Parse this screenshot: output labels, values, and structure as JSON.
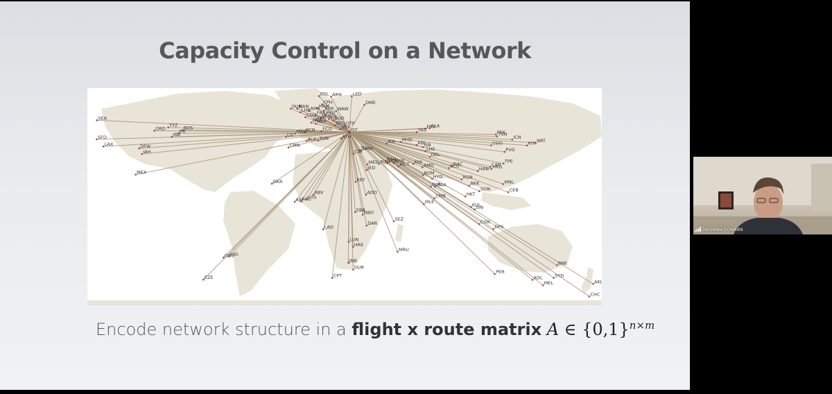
{
  "slide": {
    "title": "Capacity Control on a Network",
    "caption": {
      "prefix": "Encode network structure in a ",
      "bold": "flight x route matrix",
      "math_var": "A",
      "math_rel": " ∈ ",
      "math_set": "{0,1}",
      "math_sup": "n×m"
    }
  },
  "map": {
    "hub_code": "IST",
    "airports": [
      {
        "code": "OSL",
        "lon": 10.7,
        "lat": 59.9
      },
      {
        "code": "ARN",
        "lon": 17.9,
        "lat": 59.6
      },
      {
        "code": "LED",
        "lon": 30.3,
        "lat": 59.8
      },
      {
        "code": "DME",
        "lon": 37.9,
        "lat": 55.4
      },
      {
        "code": "CPH",
        "lon": 12.6,
        "lat": 55.6
      },
      {
        "code": "HAM",
        "lon": 10.0,
        "lat": 53.6
      },
      {
        "code": "WAW",
        "lon": 20.9,
        "lat": 52.2
      },
      {
        "code": "DUB",
        "lon": -6.2,
        "lat": 53.4
      },
      {
        "code": "MAN",
        "lon": -2.3,
        "lat": 53.4
      },
      {
        "code": "LHR",
        "lon": -0.5,
        "lat": 51.5
      },
      {
        "code": "AMS",
        "lon": 4.8,
        "lat": 52.3
      },
      {
        "code": "BER",
        "lon": 13.5,
        "lat": 52.4
      },
      {
        "code": "PRG",
        "lon": 14.3,
        "lat": 50.1
      },
      {
        "code": "CDG",
        "lon": 2.5,
        "lat": 49.0
      },
      {
        "code": "FRA",
        "lon": 8.6,
        "lat": 50.0
      },
      {
        "code": "MUC",
        "lon": 11.8,
        "lat": 48.4
      },
      {
        "code": "VIE",
        "lon": 16.6,
        "lat": 48.1
      },
      {
        "code": "BUD",
        "lon": 19.3,
        "lat": 47.4
      },
      {
        "code": "ZRH",
        "lon": 8.5,
        "lat": 47.5
      },
      {
        "code": "GVA",
        "lon": 6.1,
        "lat": 46.2
      },
      {
        "code": "MXP",
        "lon": 8.7,
        "lat": 45.6
      },
      {
        "code": "OTP",
        "lon": 26.1,
        "lat": 44.6
      },
      {
        "code": "SOF",
        "lon": 23.4,
        "lat": 42.7
      },
      {
        "code": "BEG",
        "lon": 20.3,
        "lat": 44.8
      },
      {
        "code": "FCO",
        "lon": 12.2,
        "lat": 41.8
      },
      {
        "code": "BCN",
        "lon": 2.1,
        "lat": 41.3
      },
      {
        "code": "MAD",
        "lon": -3.6,
        "lat": 40.5
      },
      {
        "code": "LIS",
        "lon": -9.1,
        "lat": 38.8
      },
      {
        "code": "ATH",
        "lon": 23.9,
        "lat": 37.9
      },
      {
        "code": "ALG",
        "lon": 3.2,
        "lat": 36.7
      },
      {
        "code": "TUN",
        "lon": 10.2,
        "lat": 36.9
      },
      {
        "code": "CMN",
        "lon": -7.6,
        "lat": 33.4
      },
      {
        "code": "TLV",
        "lon": 34.9,
        "lat": 32.0
      },
      {
        "code": "AMM",
        "lon": 35.9,
        "lat": 31.7
      },
      {
        "code": "CAI",
        "lon": 31.4,
        "lat": 30.1
      },
      {
        "code": "BAH",
        "lon": 50.6,
        "lat": 26.3
      },
      {
        "code": "DOH",
        "lon": 51.6,
        "lat": 25.3
      },
      {
        "code": "DXB",
        "lon": 55.4,
        "lat": 25.3
      },
      {
        "code": "MCT",
        "lon": 58.3,
        "lat": 23.6
      },
      {
        "code": "JED",
        "lon": 39.2,
        "lat": 21.7
      },
      {
        "code": "MED",
        "lon": 39.7,
        "lat": 24.6
      },
      {
        "code": "RUH",
        "lon": 46.7,
        "lat": 24.9
      },
      {
        "code": "IKA",
        "lon": 51.2,
        "lat": 35.4
      },
      {
        "code": "MHD",
        "lon": 59.6,
        "lat": 36.2
      },
      {
        "code": "KBL",
        "lon": 69.2,
        "lat": 34.6
      },
      {
        "code": "ISB",
        "lon": 72.8,
        "lat": 33.6
      },
      {
        "code": "LHE",
        "lon": 74.4,
        "lat": 31.5
      },
      {
        "code": "DEL",
        "lon": 77.1,
        "lat": 28.6
      },
      {
        "code": "KHI",
        "lon": 67.2,
        "lat": 24.9
      },
      {
        "code": "AMD",
        "lon": 72.6,
        "lat": 23.1
      },
      {
        "code": "BOM",
        "lon": 72.9,
        "lat": 19.1
      },
      {
        "code": "HYD",
        "lon": 78.4,
        "lat": 17.2
      },
      {
        "code": "BLR",
        "lon": 77.7,
        "lat": 13.2
      },
      {
        "code": "MAA",
        "lon": 80.2,
        "lat": 13.0
      },
      {
        "code": "CMB",
        "lon": 79.9,
        "lat": 7.2
      },
      {
        "code": "MLE",
        "lon": 73.5,
        "lat": 4.2
      },
      {
        "code": "DAC",
        "lon": 90.4,
        "lat": 23.8
      },
      {
        "code": "CCU",
        "lon": 88.4,
        "lat": 22.7
      },
      {
        "code": "RGN",
        "lon": 96.1,
        "lat": 16.9
      },
      {
        "code": "BKK",
        "lon": 100.7,
        "lat": 13.7
      },
      {
        "code": "HKT",
        "lon": 98.3,
        "lat": 8.1
      },
      {
        "code": "KUL",
        "lon": 101.7,
        "lat": 2.7
      },
      {
        "code": "SIN",
        "lon": 103.9,
        "lat": 1.4
      },
      {
        "code": "SGN",
        "lon": 106.7,
        "lat": 10.8
      },
      {
        "code": "HAN",
        "lon": 105.8,
        "lat": 21.2
      },
      {
        "code": "CAN",
        "lon": 113.3,
        "lat": 23.4
      },
      {
        "code": "HKG",
        "lon": 113.9,
        "lat": 22.3
      },
      {
        "code": "TPE",
        "lon": 121.2,
        "lat": 25.1
      },
      {
        "code": "MNL",
        "lon": 121.0,
        "lat": 14.5
      },
      {
        "code": "CEB",
        "lon": 124.0,
        "lat": 10.3
      },
      {
        "code": "CGK",
        "lon": 106.7,
        "lat": -6.1
      },
      {
        "code": "DPS",
        "lon": 115.2,
        "lat": -8.7
      },
      {
        "code": "PVG",
        "lon": 121.8,
        "lat": 31.1
      },
      {
        "code": "PEK",
        "lon": 116.6,
        "lat": 40.1
      },
      {
        "code": "TSN",
        "lon": 117.3,
        "lat": 39.1
      },
      {
        "code": "CGO",
        "lon": 113.8,
        "lat": 34.5
      },
      {
        "code": "ICN",
        "lon": 126.4,
        "lat": 37.5
      },
      {
        "code": "KIX",
        "lon": 135.2,
        "lat": 34.4
      },
      {
        "code": "NRT",
        "lon": 140.4,
        "lat": 35.8
      },
      {
        "code": "ALA",
        "lon": 77.0,
        "lat": 43.4
      },
      {
        "code": "TAS",
        "lon": 69.3,
        "lat": 41.3
      },
      {
        "code": "FRU",
        "lon": 74.5,
        "lat": 43.1
      },
      {
        "code": "PER",
        "lon": 115.9,
        "lat": -31.9
      },
      {
        "code": "ADL",
        "lon": 138.5,
        "lat": -34.9
      },
      {
        "code": "MEL",
        "lon": 144.8,
        "lat": -37.7
      },
      {
        "code": "SYD",
        "lon": 151.2,
        "lat": -33.9
      },
      {
        "code": "BNE",
        "lon": 153.1,
        "lat": -27.4
      },
      {
        "code": "AKL",
        "lon": 174.8,
        "lat": -37.0
      },
      {
        "code": "CHC",
        "lon": 172.5,
        "lat": -43.5
      },
      {
        "code": "SEA",
        "lon": -122.3,
        "lat": 47.4
      },
      {
        "code": "YYZ",
        "lon": -79.6,
        "lat": 43.7
      },
      {
        "code": "ORD",
        "lon": -87.9,
        "lat": 42.0
      },
      {
        "code": "BOS",
        "lon": -71.0,
        "lat": 42.4
      },
      {
        "code": "JFK",
        "lon": -73.8,
        "lat": 40.6
      },
      {
        "code": "IAD",
        "lon": -77.5,
        "lat": 38.9
      },
      {
        "code": "SFO",
        "lon": -122.4,
        "lat": 37.6
      },
      {
        "code": "LAX",
        "lon": -118.4,
        "lat": 33.9
      },
      {
        "code": "DFW",
        "lon": -97.0,
        "lat": 32.9
      },
      {
        "code": "IAH",
        "lon": -95.3,
        "lat": 30.0
      },
      {
        "code": "MEX",
        "lon": -99.1,
        "lat": 19.4
      },
      {
        "code": "GRU",
        "lon": -46.5,
        "lat": -23.4
      },
      {
        "code": "GIG",
        "lon": -43.2,
        "lat": -22.8
      },
      {
        "code": "EZE",
        "lon": -58.5,
        "lat": -34.8
      },
      {
        "code": "DKR",
        "lon": -17.5,
        "lat": 14.7
      },
      {
        "code": "ABJ",
        "lon": -3.9,
        "lat": 5.3
      },
      {
        "code": "ACC",
        "lon": -0.2,
        "lat": 5.6
      },
      {
        "code": "LOS",
        "lon": 3.3,
        "lat": 6.6
      },
      {
        "code": "ABV",
        "lon": 7.3,
        "lat": 9.0
      },
      {
        "code": "KRT",
        "lon": 32.6,
        "lat": 15.6
      },
      {
        "code": "ADD",
        "lon": 38.8,
        "lat": 9.0
      },
      {
        "code": "EBB",
        "lon": 32.4,
        "lat": 0.0
      },
      {
        "code": "NBO",
        "lon": 36.9,
        "lat": -1.3
      },
      {
        "code": "DAR",
        "lon": 39.2,
        "lat": -6.9
      },
      {
        "code": "LAD",
        "lon": 13.2,
        "lat": -8.9
      },
      {
        "code": "LUN",
        "lon": 28.5,
        "lat": -15.3
      },
      {
        "code": "HRE",
        "lon": 31.1,
        "lat": -17.9
      },
      {
        "code": "JNB",
        "lon": 28.2,
        "lat": -26.1
      },
      {
        "code": "DUR",
        "lon": 31.1,
        "lat": -29.6
      },
      {
        "code": "CPT",
        "lon": 18.6,
        "lat": -33.9
      },
      {
        "code": "SEZ",
        "lon": 55.5,
        "lat": -4.7
      },
      {
        "code": "MRU",
        "lon": 57.7,
        "lat": -20.4
      }
    ]
  },
  "video": {
    "participant_name": "Jaroslav Fowkes"
  }
}
